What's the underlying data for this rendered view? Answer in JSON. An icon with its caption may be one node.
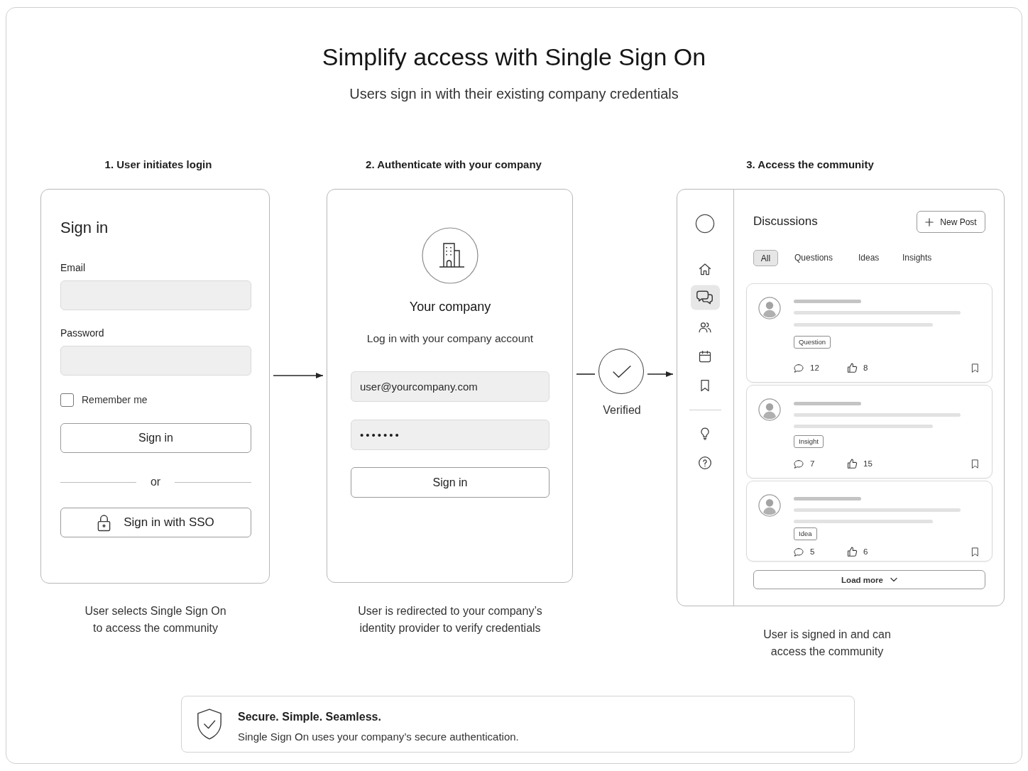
{
  "diagram": {
    "title": "Simplify access with Single Sign On",
    "nodes": [
      {
        "text": [
          "1. User initiates login",
          "Sign in",
          "Email",
          "Password",
          "Remember me",
          "Sign in",
          "or",
          "Sign in with SSO"
        ],
        "beside": [
          "User selects Single Sign On to access the community"
        ]
      },
      {
        "text": [
          "2. Authenticate with your company",
          "Your company",
          "Log in with your company account",
          "user@yourcompany.com",
          "•••••••",
          "Sign in"
        ],
        "beside": [
          "User is redirected to your company’s identity provider to verify credentials"
        ]
      },
      {
        "text": [],
        "shape": "circle",
        "beside": [
          "Verified"
        ]
      },
      {
        "text": [
          "3. Access the community",
          "Discussions",
          "New Post",
          "All",
          "Questions",
          "Ideas",
          "Insights",
          "Load more"
        ],
        "beside": [
          "User is signed in and can access the community"
        ]
      },
      {
        "text": [
          "Question",
          "12",
          "8"
        ],
        "in": 3
      },
      {
        "text": [
          "Insight",
          "7",
          "15"
        ],
        "in": 3
      },
      {
        "text": [
          "Idea",
          "5",
          "6"
        ],
        "in": 3
      },
      {
        "text": [
          "Secure. Simple. Seamless.",
          "Single Sign On uses your company’s secure authentication."
        ]
      }
    ],
    "edges": [
      {
        "from": 0,
        "to": 1,
        "arrow": "to"
      },
      {
        "from": 1,
        "to": 2,
        "arrow": "none"
      },
      {
        "from": 2,
        "to": 3,
        "arrow": "to"
      }
    ],
    "labels": [
      "Users sign in with their existing company credentials"
    ]
  }
}
